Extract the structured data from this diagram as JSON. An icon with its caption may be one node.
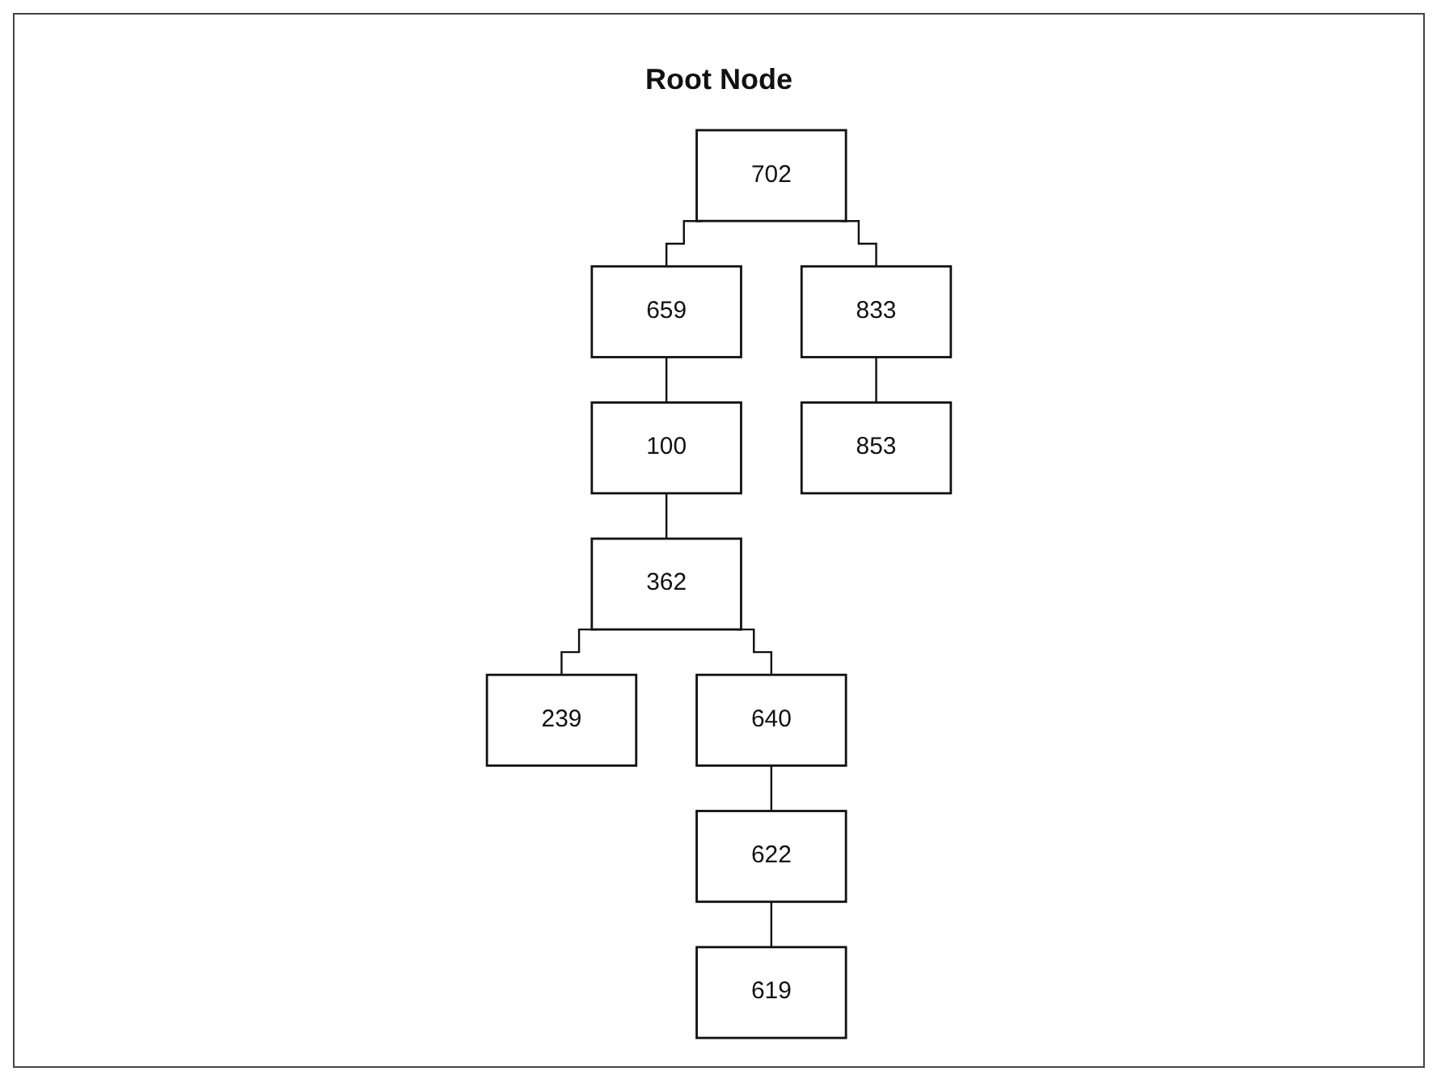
{
  "diagram": {
    "nodes": [
      {
        "text": [
          "702"
        ]
      },
      {
        "text": [
          "659"
        ]
      },
      {
        "text": [
          "833"
        ]
      },
      {
        "text": [
          "100"
        ]
      },
      {
        "text": [
          "853"
        ]
      },
      {
        "text": [
          "362"
        ]
      },
      {
        "text": [
          "239"
        ]
      },
      {
        "text": [
          "640"
        ]
      },
      {
        "text": [
          "622"
        ]
      },
      {
        "text": [
          "619"
        ]
      }
    ],
    "edges": [
      {
        "from": 0,
        "to": 1,
        "arrow": "none"
      },
      {
        "from": 0,
        "to": 2,
        "arrow": "none"
      },
      {
        "from": 1,
        "to": 3,
        "arrow": "none"
      },
      {
        "from": 2,
        "to": 4,
        "arrow": "none"
      },
      {
        "from": 3,
        "to": 5,
        "arrow": "none"
      },
      {
        "from": 5,
        "to": 6,
        "arrow": "none"
      },
      {
        "from": 5,
        "to": 7,
        "arrow": "none"
      },
      {
        "from": 7,
        "to": 8,
        "arrow": "none"
      },
      {
        "from": 8,
        "to": 9,
        "arrow": "none"
      }
    ],
    "labels": [
      "Root Node"
    ]
  }
}
